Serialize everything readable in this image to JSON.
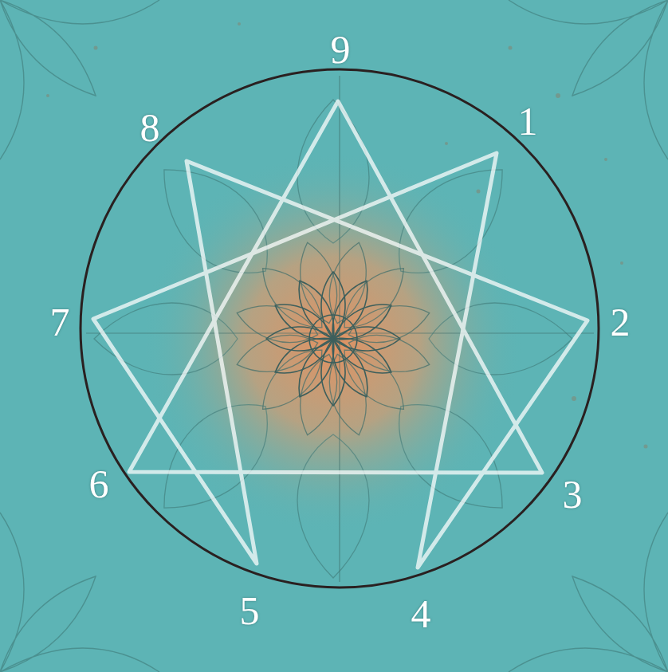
{
  "diagram": {
    "labels": [
      "9",
      "8",
      "1",
      "7",
      "2",
      "6",
      "3",
      "5",
      "4"
    ]
  }
}
